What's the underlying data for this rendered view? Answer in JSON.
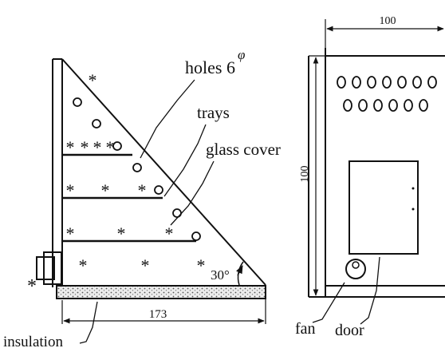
{
  "labels": {
    "holes": "holes 6",
    "holes_superscript": "φ",
    "trays": "trays",
    "glass_cover": "glass cover",
    "angle": "30°",
    "dim_base": "173",
    "insulation": "insulation",
    "dim_width": "100",
    "dim_height": "100",
    "fan": "fan",
    "door": "door"
  },
  "colors": {
    "ink": "#111111",
    "insulation_fill": "#dcdcdc",
    "background": "#ffffff"
  },
  "glyphs": {
    "tray_mark": "*",
    "hole_mark": "o"
  }
}
